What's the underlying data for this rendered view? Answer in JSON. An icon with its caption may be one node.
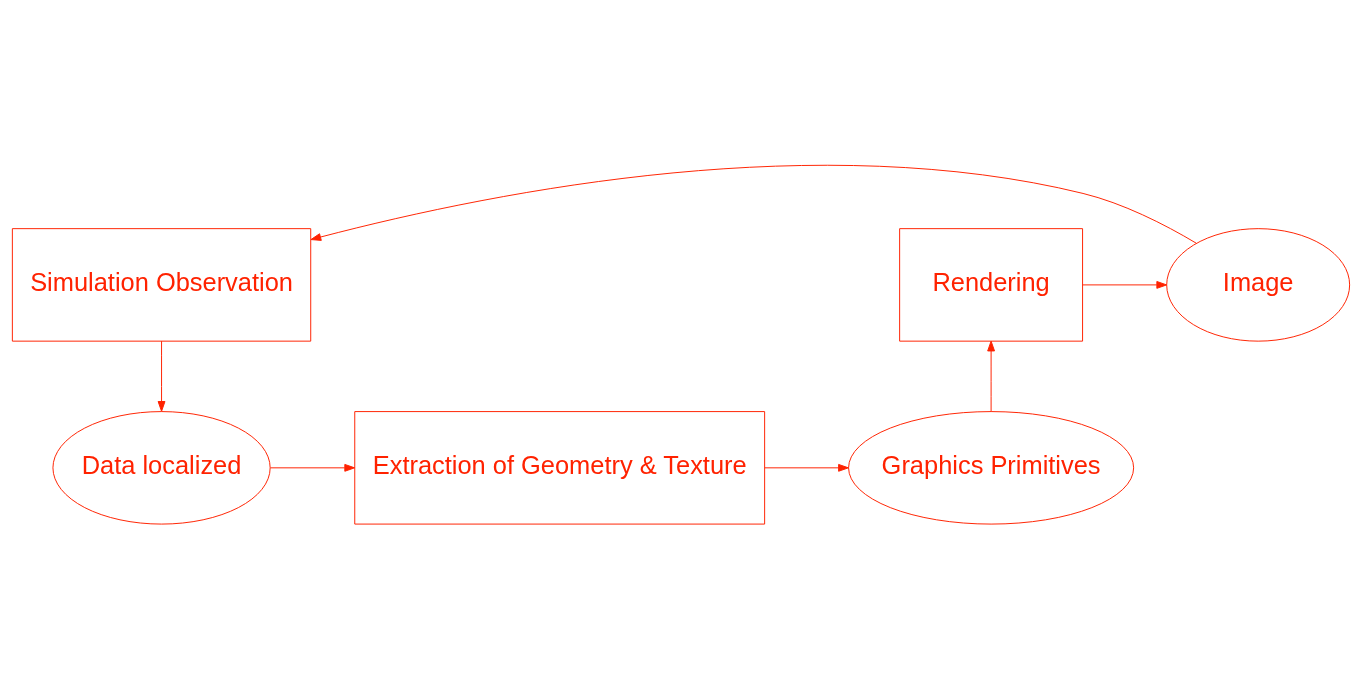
{
  "diagram": {
    "nodes": [
      {
        "text": [
          "Simulation Observation"
        ]
      },
      {
        "text": [
          "Image"
        ]
      },
      {
        "text": [
          "Rendering"
        ]
      },
      {
        "text": [
          "Data localized"
        ]
      },
      {
        "text": [
          "Extraction of Geometry & Texture"
        ]
      },
      {
        "text": [
          "Graphics Primitives"
        ]
      }
    ],
    "edges": [
      {
        "from": 0,
        "to": 3,
        "arrow": "to"
      },
      {
        "from": 3,
        "to": 4,
        "arrow": "to"
      },
      {
        "from": 4,
        "to": 5,
        "arrow": "to"
      },
      {
        "from": 5,
        "to": 2,
        "arrow": "to"
      },
      {
        "from": 2,
        "to": 1,
        "arrow": "to"
      },
      {
        "from": 1,
        "to": 0,
        "arrow": "to"
      }
    ]
  }
}
